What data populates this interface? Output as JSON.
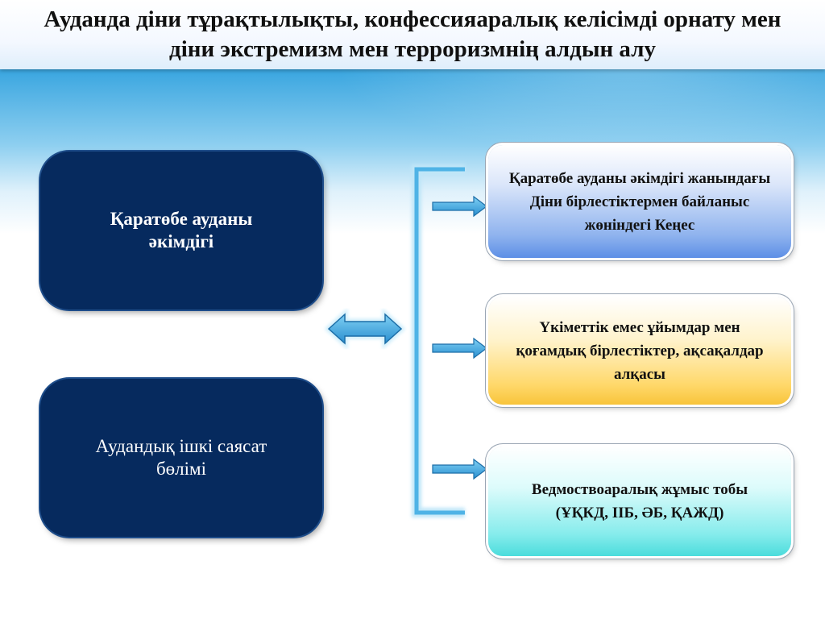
{
  "slide": {
    "title": "Ауданда діни тұрақтылықты, конфессияаралық келісімді орнату мен діни экстремизм мен терроризмнің алдын алу"
  },
  "left_boxes": [
    {
      "label": "Қаратөбе ауданы әкімдігі"
    },
    {
      "label": "Аудандық ішкі саясат бөлімі"
    }
  ],
  "right_boxes": [
    {
      "label": "Қаратөбе ауданы әкімдігі жанындағы Діни бірлестіктермен байланыс жөніндегі Кеңес"
    },
    {
      "label": "Үкіметтік емес ұйымдар мен қоғамдық бірлестіктер, ақсақалдар алқасы"
    },
    {
      "label": "Ведмоствоаралық жұмыс тобы (ҰҚКД,  ІІБ, ӘБ, ҚАЖД)"
    }
  ],
  "colors": {
    "left_box_fill": "#062a5e",
    "right_box_1": "#5d8fe6",
    "right_box_2": "#f8c43a",
    "right_box_3": "#4bdcdc",
    "connector": "#4fb3e6"
  }
}
